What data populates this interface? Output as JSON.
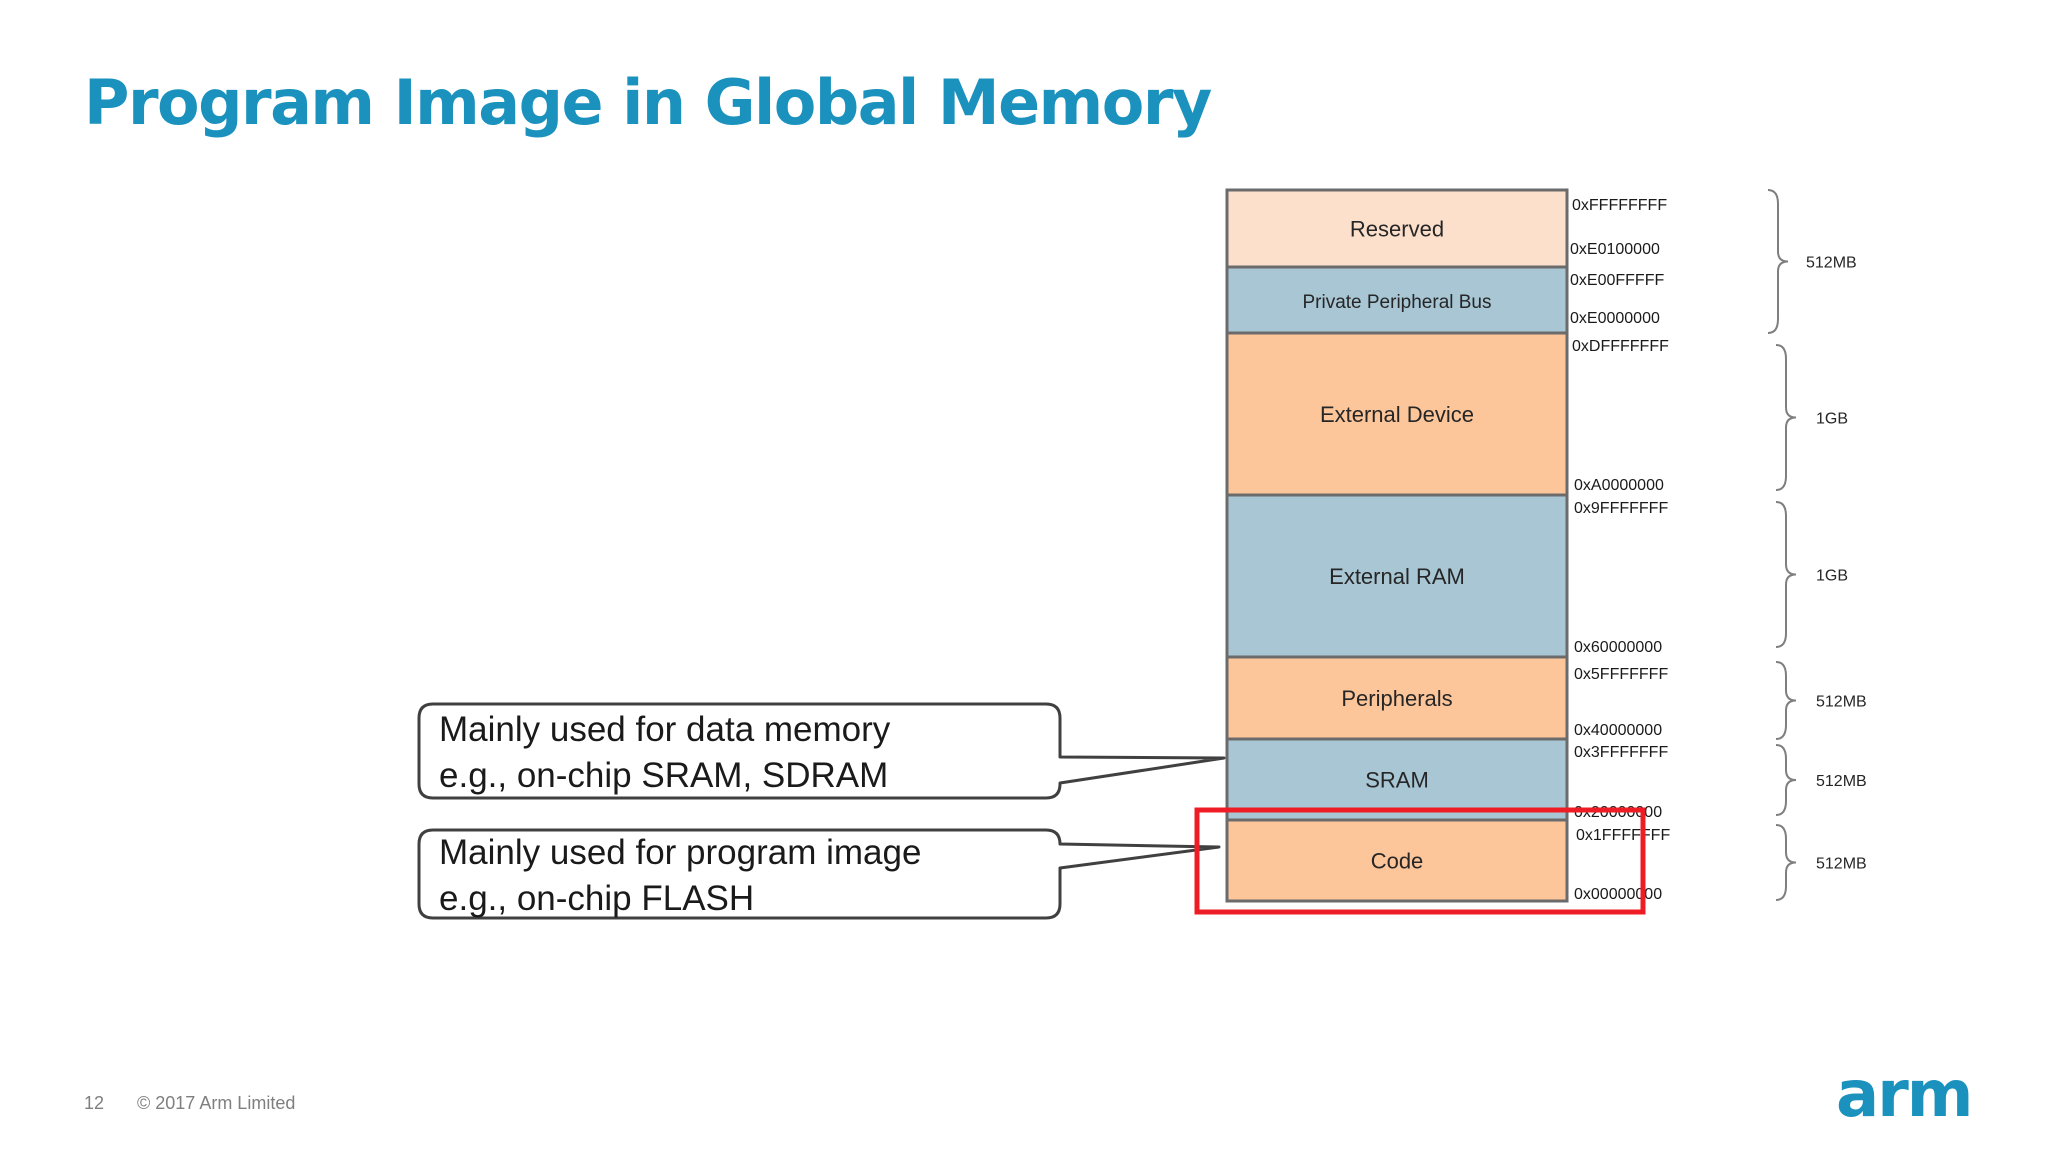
{
  "title": "Program Image in Global Memory",
  "memory_map": {
    "regions": [
      {
        "name": "Reserved",
        "color": "#fde0cc"
      },
      {
        "name": "Private Peripheral Bus",
        "color": "#a8c6d4"
      },
      {
        "name": "External Device",
        "color": "#fcc59a"
      },
      {
        "name": "External RAM",
        "color": "#a8c6d4"
      },
      {
        "name": "Peripherals",
        "color": "#fcc59a"
      },
      {
        "name": "SRAM",
        "color": "#a8c6d4"
      },
      {
        "name": "Code",
        "color": "#fcc59a"
      }
    ],
    "addresses": [
      "0xFFFFFFFF",
      "0xE0100000",
      "0xE00FFFFF",
      "0xE0000000",
      "0xDFFFFFFF",
      "0xA0000000",
      "0x9FFFFFFF",
      "0x60000000",
      "0x5FFFFFFF",
      "0x40000000",
      "0x3FFFFFFF",
      "0x20000000",
      "0x1FFFFFFF",
      "0x00000000"
    ],
    "sizes": [
      "512MB",
      "1GB",
      "1GB",
      "512MB",
      "512MB",
      "512MB"
    ],
    "highlight_color": "#ee1c25"
  },
  "callouts": [
    {
      "line1": "Mainly used for data memory",
      "line2": "e.g., on-chip SRAM, SDRAM"
    },
    {
      "line1": "Mainly used for program image",
      "line2": "e.g., on-chip FLASH"
    }
  ],
  "footer": {
    "page_number": "12",
    "copyright": "© 2017 Arm Limited",
    "logo_text": "arm"
  },
  "colors": {
    "title": "#1a92bd",
    "logo": "#1a92bd",
    "region_border": "#6b6b6b",
    "callout_border": "#404040"
  }
}
